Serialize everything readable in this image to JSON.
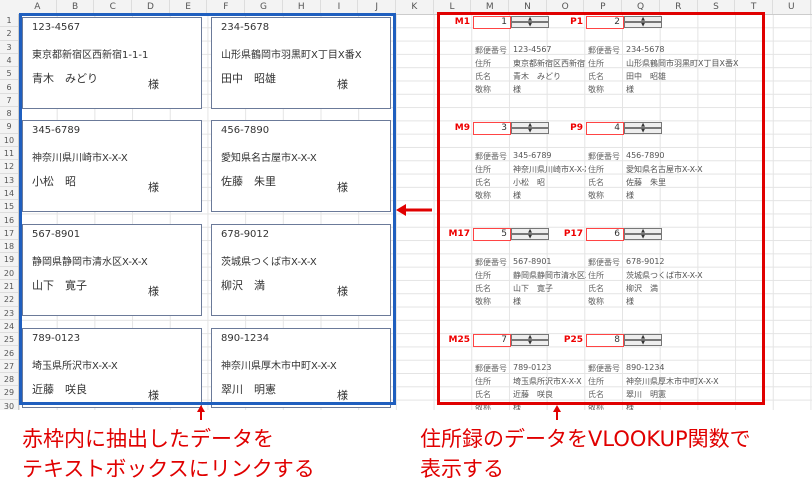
{
  "columns": [
    "A",
    "B",
    "C",
    "D",
    "E",
    "F",
    "G",
    "H",
    "I",
    "J",
    "K",
    "L",
    "M",
    "N",
    "O",
    "P",
    "Q",
    "R",
    "S",
    "T",
    "U"
  ],
  "rows": [
    "1",
    "2",
    "3",
    "4",
    "5",
    "6",
    "7",
    "8",
    "9",
    "10",
    "11",
    "12",
    "13",
    "14",
    "15",
    "16",
    "17",
    "18",
    "19",
    "20",
    "21",
    "22",
    "23",
    "24",
    "25",
    "26",
    "27",
    "28",
    "29",
    "30"
  ],
  "honorific": "様",
  "field_labels": [
    "郵便番号",
    "住所",
    "氏名",
    "敬称"
  ],
  "cards": [
    {
      "zip": "123-4567",
      "address": "東京都新宿区西新宿1-1-1",
      "name": "青木　みどり"
    },
    {
      "zip": "234-5678",
      "address": "山形県鶴岡市羽黒町X丁目X番X",
      "name": "田中　昭雄"
    },
    {
      "zip": "345-6789",
      "address": "神奈川県川崎市X-X-X",
      "name": "小松　昭"
    },
    {
      "zip": "456-7890",
      "address": "愛知県名古屋市X-X-X",
      "name": "佐藤　朱里"
    },
    {
      "zip": "567-8901",
      "address": "静岡県静岡市清水区X-X-X",
      "name": "山下　寛子"
    },
    {
      "zip": "678-9012",
      "address": "茨城県つくば市X-X-X",
      "name": "柳沢　満"
    },
    {
      "zip": "789-0123",
      "address": "埼玉県所沢市X-X-X",
      "name": "近藤　咲良"
    },
    {
      "zip": "890-1234",
      "address": "神奈川県厚木市中町X-X-X",
      "name": "翠川　明憲"
    }
  ],
  "lookups": [
    {
      "cell": "M1",
      "value": "1"
    },
    {
      "cell": "P1",
      "value": "2"
    },
    {
      "cell": "M9",
      "value": "3"
    },
    {
      "cell": "P9",
      "value": "4"
    },
    {
      "cell": "M17",
      "value": "5"
    },
    {
      "cell": "P17",
      "value": "6"
    },
    {
      "cell": "M25",
      "value": "7"
    },
    {
      "cell": "P25",
      "value": "8"
    }
  ],
  "captions": {
    "left": [
      "赤枠内に抽出したデータを",
      "テキストボックスにリンクする"
    ],
    "right": [
      "住所録のデータをVLOOKUP関数で",
      "表示する"
    ]
  },
  "colors": {
    "blue_frame": "#1f5fbf",
    "red_frame": "#e00000",
    "caption": "#e00000"
  }
}
